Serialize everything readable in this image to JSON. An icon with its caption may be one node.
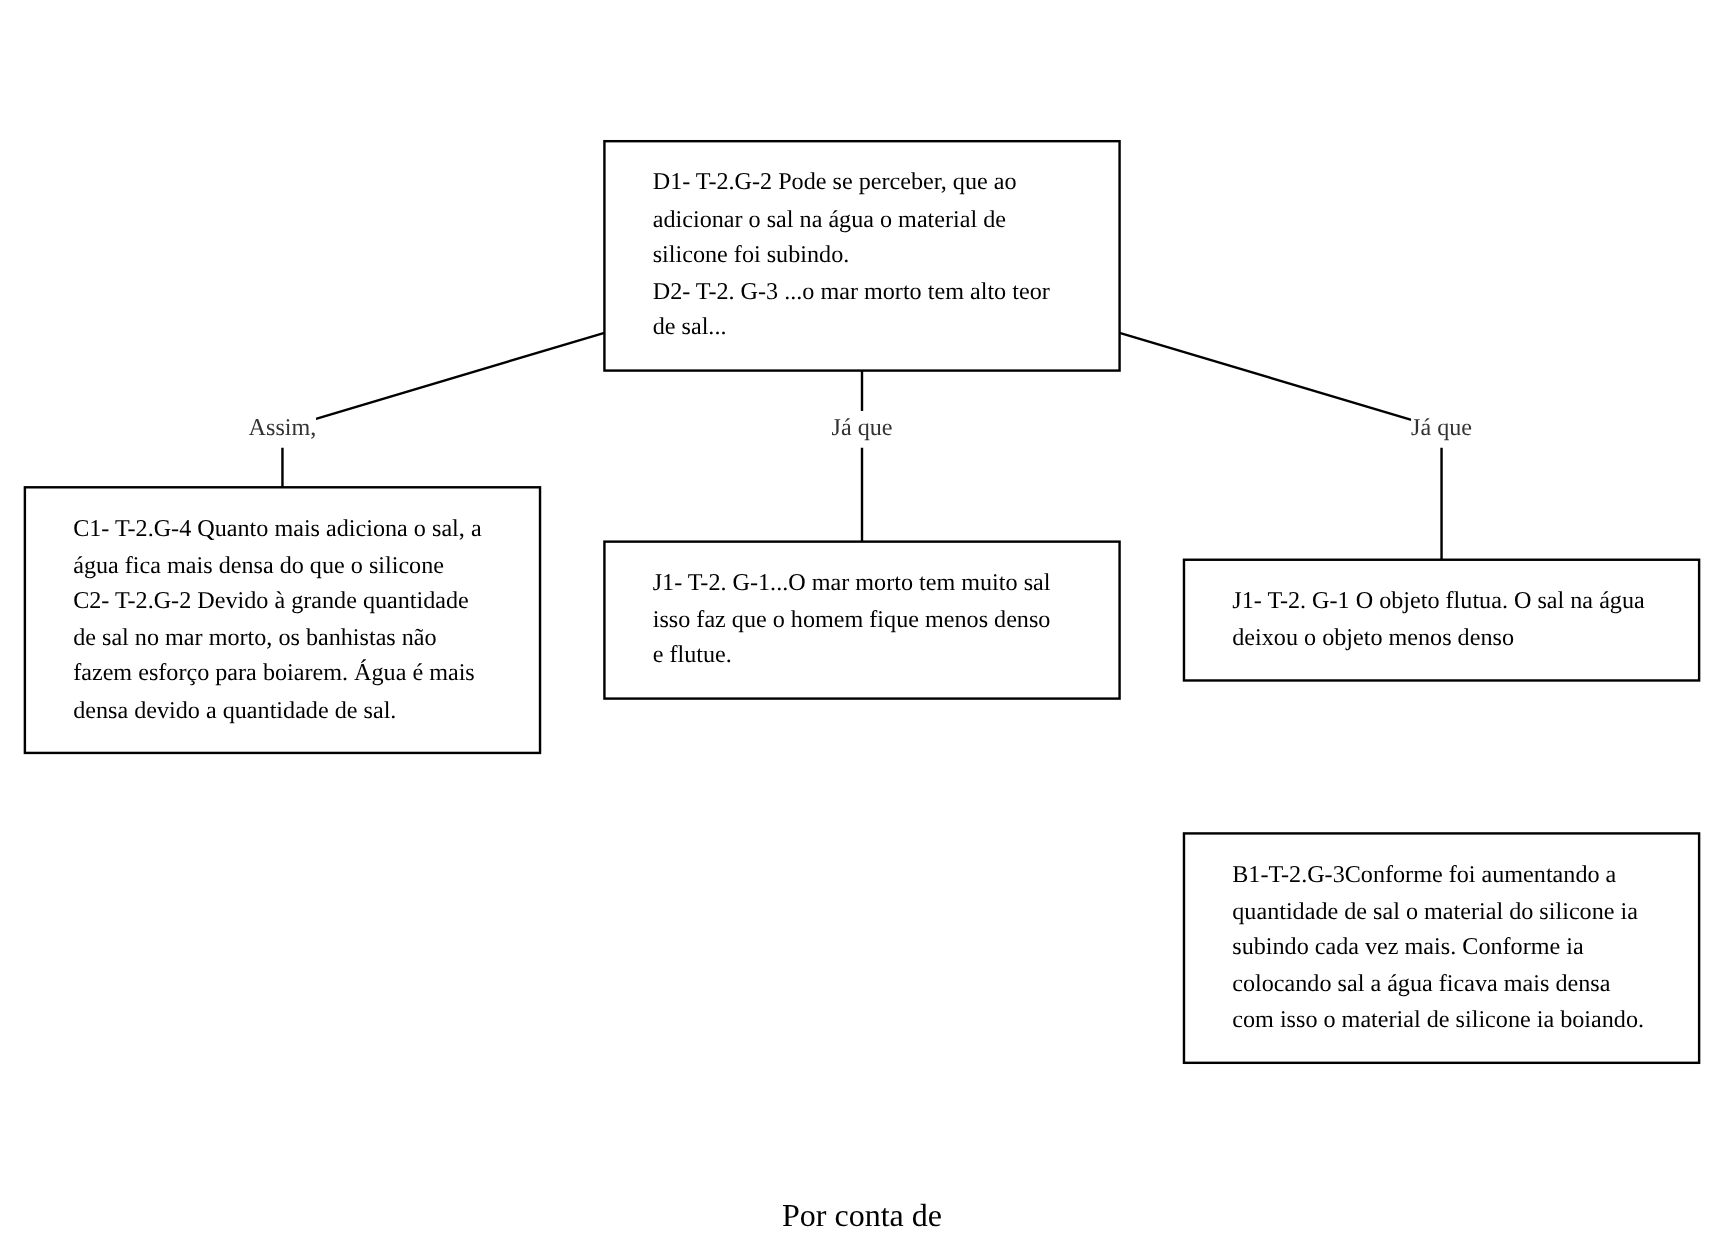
{
  "diagram": {
    "nodes": [
      {
        "text": [
          "D1- T-2.G-2 Pode se perceber, que ao adicionar o sal na água o material de silicone foi subindo.",
          "D2- T-2. G-3 ...o mar morto tem alto teor de sal..."
        ]
      },
      {
        "text": [
          "C1- T-2.G-4 Quanto mais adiciona o sal, a água fica mais densa do que o silicone",
          "C2- T-2.G-2 Devido à grande quantidade de sal no mar morto, os banhistas não fazem esforço para boiarem. Água é mais densa devido a quantidade de sal."
        ]
      },
      {
        "text": [
          "J1- T-2. G-1...O mar morto tem muito sal isso faz que o homem fique menos denso e flutue."
        ]
      },
      {
        "text": [
          "J1- T-2. G-1 O objeto flutua. O sal na água deixou o objeto menos denso"
        ]
      },
      {
        "text": [
          "B1-T-2.G-3Conforme foi aumentando a quantidade de sal o material do silicone ia subindo cada vez mais. Conforme ia colocando sal a água ficava mais densa com isso o material de silicone ia boiando."
        ]
      }
    ],
    "edges": [
      {
        "from": 0,
        "to": 1,
        "arrow": "none",
        "label": "Assim,"
      },
      {
        "from": 0,
        "to": 2,
        "arrow": "none",
        "label": "Já que"
      },
      {
        "from": 0,
        "to": 3,
        "arrow": "none",
        "label": "Já que"
      }
    ],
    "labels": [
      "Por conta de"
    ]
  }
}
